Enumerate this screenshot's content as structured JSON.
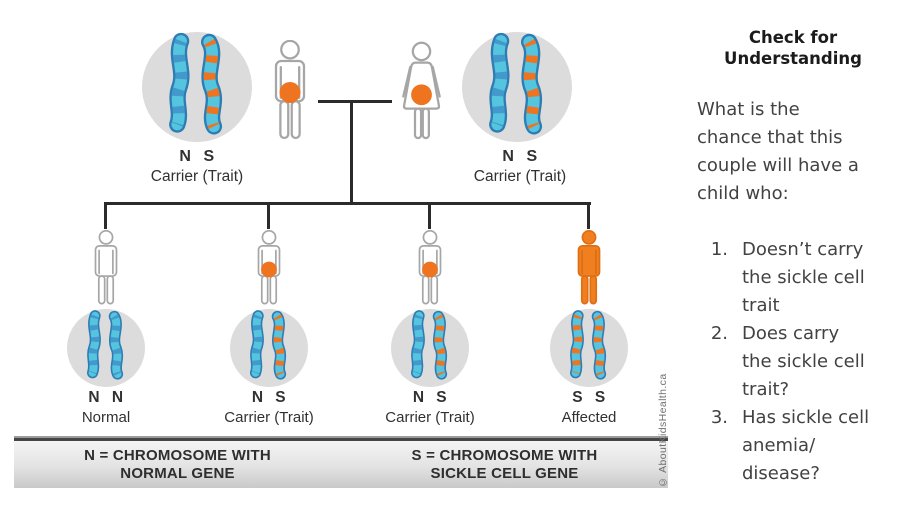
{
  "diagram": {
    "watermark": "© AboutKidsHealth.ca",
    "parents": {
      "left_chromosomes": {
        "pair": "NS",
        "genotype": "N S",
        "label": "Carrier (Trait)"
      },
      "father": {
        "shape": "male",
        "style": "outline",
        "dot": true
      },
      "mother": {
        "shape": "female",
        "style": "outline",
        "dot": true
      },
      "right_chromosomes": {
        "pair": "NS",
        "genotype": "N S",
        "label": "Carrier (Trait)"
      }
    },
    "children": [
      {
        "shape": "male",
        "style": "outline",
        "dot": false,
        "pair": "NN",
        "genotype": "N N",
        "label": "Normal"
      },
      {
        "shape": "male",
        "style": "outline",
        "dot": true,
        "pair": "NS",
        "genotype": "N S",
        "label": "Carrier (Trait)"
      },
      {
        "shape": "male",
        "style": "outline",
        "dot": true,
        "pair": "NS",
        "genotype": "N S",
        "label": "Carrier (Trait)"
      },
      {
        "shape": "male",
        "style": "filled",
        "dot": false,
        "pair": "SS",
        "genotype": "S S",
        "label": "Affected"
      }
    ],
    "legend": {
      "n_line1": "N = CHROMOSOME WITH",
      "n_line2": "NORMAL GENE",
      "s_line1": "S = CHROMOSOME WITH",
      "s_line2": "SICKLE CELL GENE"
    },
    "colors": {
      "carrier_dot": "#ee7420",
      "affected_fill": "#f0801f",
      "affected_stroke": "#df6e14",
      "figure_stroke": "#a6a6a6",
      "chromo_fill": "#55c4df",
      "chromo_outline": "#2e7cb4",
      "band_normal": "#3f8fc6",
      "band_sickle": "#ee7420",
      "circle_bg": "#dcdcdc",
      "line": "#2b2b2b"
    }
  },
  "panel": {
    "title_lines": [
      "Check for",
      "Understanding"
    ],
    "question_text": "What is the chance that this couple will have a child who:",
    "question_lines": [
      "What is the",
      "chance that this",
      "couple will have a",
      "child who:"
    ],
    "items": [
      {
        "num": "1.",
        "text": "Doesn’t carry the sickle cell trait",
        "lines": [
          "Doesn’t carry",
          "the sickle cell",
          "trait"
        ]
      },
      {
        "num": "2.",
        "text": "Does carry the sickle cell trait?",
        "lines": [
          "Does carry",
          "the sickle cell",
          "trait?"
        ]
      },
      {
        "num": "3.",
        "text": "Has sickle cell anemia/ disease?",
        "lines": [
          "Has sickle cell",
          "anemia/",
          "disease?"
        ]
      }
    ]
  }
}
